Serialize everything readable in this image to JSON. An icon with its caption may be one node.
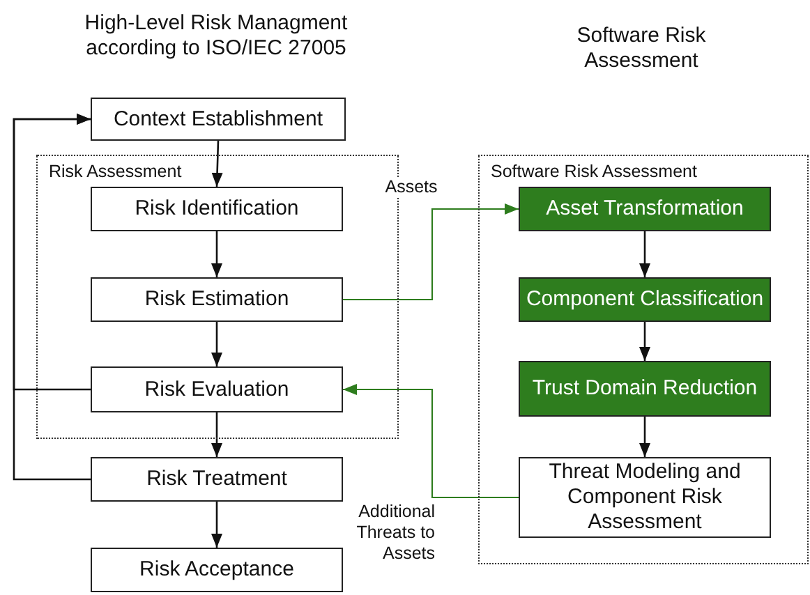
{
  "diagram": {
    "nodes": [
      {
        "text": [
          "Context Establishment"
        ]
      },
      {
        "text": [
          "Risk Assessment"
        ]
      },
      {
        "text": [
          "Risk Identification"
        ],
        "in": 1
      },
      {
        "text": [
          "Risk Estimation"
        ],
        "in": 1
      },
      {
        "text": [
          "Risk Evaluation"
        ],
        "in": 1
      },
      {
        "text": [
          "Risk Treatment"
        ]
      },
      {
        "text": [
          "Risk Acceptance"
        ]
      },
      {
        "text": [
          "Software Risk Assessment"
        ]
      },
      {
        "text": [
          "Asset Transformation"
        ],
        "in": 7
      },
      {
        "text": [
          "Component Classification"
        ],
        "in": 7
      },
      {
        "text": [
          "Trust Domain Reduction"
        ],
        "in": 7
      },
      {
        "text": [
          "Threat Modeling and Component Risk Assessment"
        ],
        "in": 7
      }
    ],
    "edges": [
      {
        "from": 0,
        "to": 2,
        "arrow": "to"
      },
      {
        "from": 2,
        "to": 3,
        "arrow": "to"
      },
      {
        "from": 3,
        "to": 4,
        "arrow": "to"
      },
      {
        "from": 4,
        "to": 5,
        "arrow": "to"
      },
      {
        "from": 5,
        "to": 6,
        "arrow": "to"
      },
      {
        "from": 8,
        "to": 9,
        "arrow": "to"
      },
      {
        "from": 9,
        "to": 10,
        "arrow": "to"
      },
      {
        "from": 10,
        "to": 11,
        "arrow": "to"
      },
      {
        "from": 3,
        "to": 8,
        "arrow": "to",
        "label": "Assets",
        "color": "#2e7d1e"
      },
      {
        "from": 11,
        "to": 4,
        "arrow": "to",
        "label": "Additional Threats to Assets",
        "color": "#2e7d1e"
      },
      {
        "from": 4,
        "to": 0,
        "arrow": "to"
      },
      {
        "from": 5,
        "to": 0,
        "arrow": "to"
      }
    ],
    "labels": [
      "High-Level Risk Managment according to ISO/IEC 27005",
      "Software Risk Assessment"
    ]
  }
}
